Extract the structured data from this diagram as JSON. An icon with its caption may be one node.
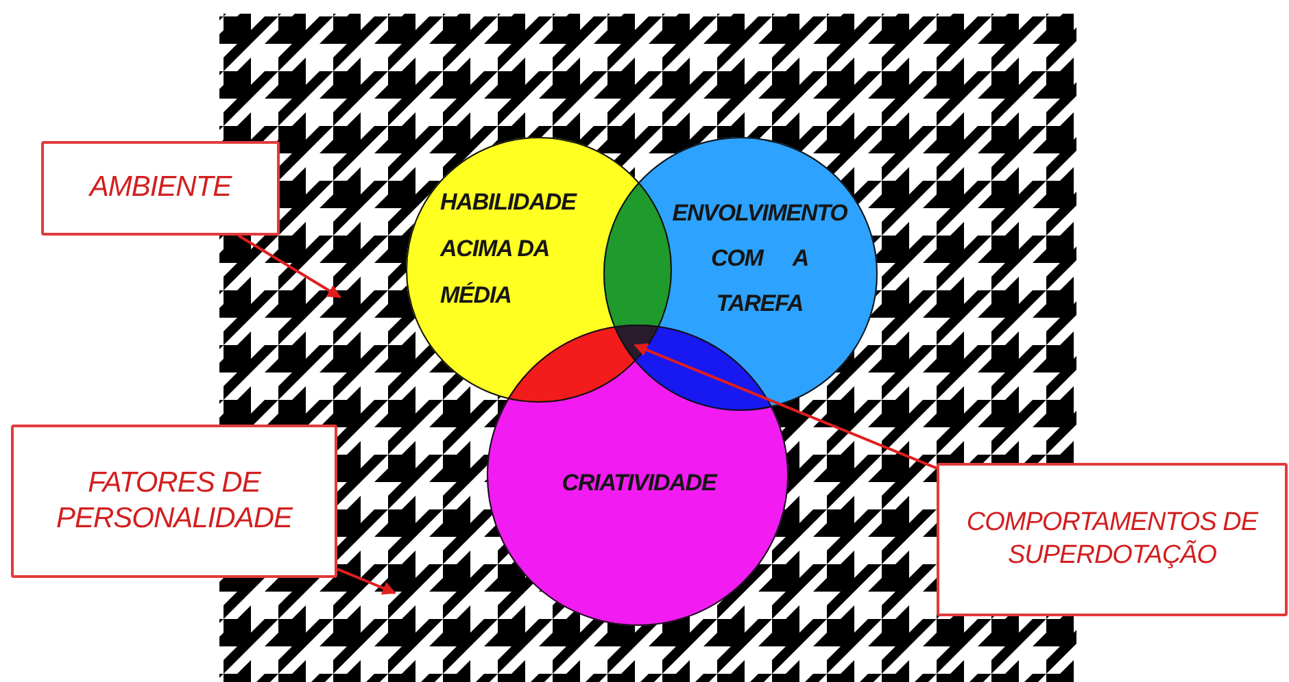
{
  "diagram": {
    "nodes": [
      {
        "text": [
          "AMBIENTE"
        ]
      },
      {
        "text": [],
        "shape": "box"
      },
      {
        "text": [
          "HABILIDADE ACIMA DA MÉDIA"
        ],
        "in": 1
      },
      {
        "text": [
          "ENVOLVIMENTO COM A TAREFA"
        ],
        "in": 1
      },
      {
        "text": [
          "FATORES DE PERSONALIDADE"
        ]
      },
      {
        "text": [
          "CRIATIVIDADE"
        ],
        "in": 1
      },
      {
        "text": [
          "COMPORTAMENTOS DE SUPERDOTAÇÃO"
        ]
      },
      {
        "text": [],
        "shape": "triangle"
      }
    ],
    "edges": [
      {
        "from": 0,
        "to": 1,
        "arrow": "to"
      },
      {
        "from": 4,
        "to": 1,
        "arrow": "to"
      },
      {
        "from": 6,
        "to": 7,
        "arrow": "to"
      }
    ]
  }
}
